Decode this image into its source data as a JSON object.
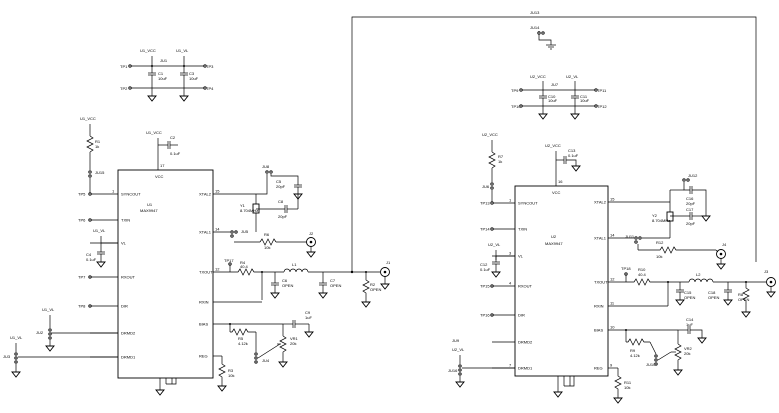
{
  "jumpers_top": {
    "ju13": "JU13",
    "ju14": "JU14"
  },
  "u1": {
    "supply": {
      "vcc": "U1_VCC",
      "vl": "U1_VL",
      "ju1": "JU1",
      "tp1": "TP1",
      "tp2": "TP2",
      "tp3": "TP3",
      "tp4": "TP4",
      "c1": "C1",
      "c1_val": "10uF",
      "c3": "C3",
      "c3_val": "10uF"
    },
    "ref": "U1",
    "part": "MAX9947",
    "pins_left": [
      {
        "num": "1",
        "name": "SYNCOUT",
        "tp": "TP5"
      },
      {
        "num": "",
        "name": "TXIN",
        "tp": "TP6"
      },
      {
        "num": "",
        "name": "VL",
        "tp": ""
      },
      {
        "num": "",
        "name": "RXOUT",
        "tp": "TP7"
      },
      {
        "num": "",
        "name": "DIR",
        "tp": "TP8"
      },
      {
        "num": "",
        "name": "DRMD2",
        "tp": ""
      },
      {
        "num": "",
        "name": "DRMD1",
        "tp": ""
      }
    ],
    "pins_right": [
      {
        "num": "15",
        "name": "XTAL2"
      },
      {
        "num": "14",
        "name": "XTAL1"
      },
      {
        "num": "12",
        "name": "TXOUT"
      },
      {
        "num": "",
        "name": "RXIN"
      },
      {
        "num": "",
        "name": "BIAS"
      },
      {
        "num": "",
        "name": "REG"
      }
    ],
    "vcc_pin": {
      "num": "17",
      "name": "VCC"
    },
    "r1": "R1",
    "r1_val": "1k",
    "r4": "R4",
    "r4_val": "40.4",
    "r6": "R6",
    "r6_val": "10k",
    "r2": "R2",
    "r2_val": "OPEN",
    "r3": "R3",
    "r3_val": "10k",
    "r5": "R5",
    "r5_val": "4.12k",
    "c2": "C2",
    "c2_val": "0.1uF",
    "c4": "C4",
    "c4_val": "0.1uF",
    "c6": "C6",
    "c6_val": "OPEN",
    "c7": "C7",
    "c7_val": "OPEN",
    "c8": "C8",
    "c8_val": "20pF",
    "c9": "C9",
    "c9_val": "1uF",
    "c5": "C5",
    "c5_val": "20pF",
    "l1": "L1",
    "y1": "Y1",
    "y1_val": "8.704MHz",
    "vr1": "VR1",
    "vr1_val": "20k",
    "ju2": "JU2",
    "ju3": "JU3",
    "ju4": "JU4",
    "ju5": "JU5",
    "ju8": "JU8",
    "ju15": "JU15",
    "j1": "J1",
    "j2": "J2",
    "tp17": "TP17",
    "u1_vl_a": "U1_VL",
    "u1_vl_b": "U1_VL",
    "u1_vl_c": "U1_VL",
    "u1_vcc_r": "U1_VCC",
    "u1_vcc_c": "U1_VCC"
  },
  "u2": {
    "supply": {
      "vcc": "U2_VCC",
      "vl": "U2_VL",
      "ju7": "JU7",
      "tp9": "TP9",
      "tp10": "TP10",
      "tp11": "TP11",
      "tp12": "TP12",
      "c10": "C10",
      "c10_val": "10uF",
      "c11": "C11",
      "c11_val": "10uF"
    },
    "ref": "U2",
    "part": "MAX9947",
    "pins_left": [
      {
        "num": "1",
        "name": "SYNCOUT",
        "tp": "TP13"
      },
      {
        "num": "",
        "name": "TXIN",
        "tp": "TP14"
      },
      {
        "num": "3",
        "name": "VL",
        "tp": ""
      },
      {
        "num": "4",
        "name": "RXOUT",
        "tp": "TP15"
      },
      {
        "num": "",
        "name": "DIR",
        "tp": "TP16"
      },
      {
        "num": "",
        "name": "DRMD2",
        "tp": ""
      },
      {
        "num": "7",
        "name": "DRMD1",
        "tp": ""
      }
    ],
    "pins_right": [
      {
        "num": "15",
        "name": "XTAL2"
      },
      {
        "num": "14",
        "name": "XTAL1"
      },
      {
        "num": "12",
        "name": "TXOUT"
      },
      {
        "num": "11",
        "name": "RXIN"
      },
      {
        "num": "10",
        "name": "BIAS"
      },
      {
        "num": "9",
        "name": "REG"
      }
    ],
    "vcc_pin": {
      "num": "16",
      "name": "VCC"
    },
    "r7": "R7",
    "r7_val": "1k",
    "r10": "R10",
    "r10_val": "40.4",
    "r12": "R12",
    "r12_val": "10k",
    "r8": "R8",
    "r8_val": "OPEN",
    "r9": "R9",
    "r9_val": "4.12k",
    "r11": "R11",
    "r11_val": "10k",
    "c12": "C12",
    "c12_val": "0.1uF",
    "c13": "C13",
    "c13_val": "0.1uF",
    "c14": "C14",
    "c14_val": "1uF",
    "c15": "C15",
    "c15_val": "OPEN",
    "c16": "C16",
    "c16_val": "20pF",
    "c17": "C17",
    "c17_val": "20pF",
    "c18": "C18",
    "c18_val": "OPEN",
    "l2": "L2",
    "y2": "Y2",
    "y2_val": "8.704MHz",
    "vr2": "VR2",
    "vr2_val": "20k",
    "ju6": "JU6",
    "ju9": "JU9",
    "ju10": "JU10",
    "ju11": "JU11",
    "ju12": "JU12",
    "ju16": "JU16",
    "j3": "J3",
    "j4": "J4",
    "tp18": "TP18",
    "u2_vl_a": "U2_VL",
    "u2_vl_b": "U2_VL",
    "u2_vcc_r": "U2_VCC",
    "u2_vcc_c": "U2_VCC"
  }
}
